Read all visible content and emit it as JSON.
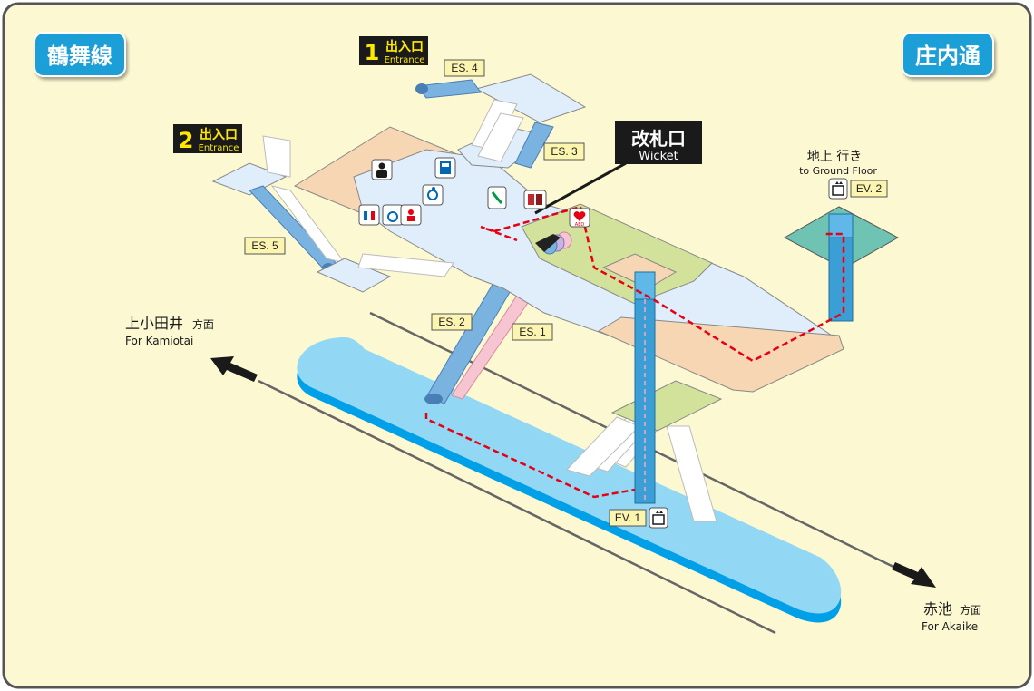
{
  "lines": {
    "left": "鶴舞線",
    "right": "庄内通"
  },
  "entrances": [
    {
      "number": "1",
      "label_jp": "出入口",
      "label_en": "Entrance"
    },
    {
      "number": "2",
      "label_jp": "出入口",
      "label_en": "Entrance"
    }
  ],
  "wicket": {
    "label_jp": "改札口",
    "label_en": "Wicket"
  },
  "escalators": [
    "ES. 1",
    "ES. 2",
    "ES. 3",
    "ES. 4",
    "ES. 5"
  ],
  "elevators": [
    "EV. 1",
    "EV. 2"
  ],
  "ground_floor": {
    "label_jp": "地上 行き",
    "label_en": "to Ground Floor"
  },
  "directions": {
    "west": {
      "label_jp": "上小田井",
      "suffix_jp": "方面",
      "label_en": "For Kamiotai"
    },
    "east": {
      "label_jp": "赤池",
      "suffix_jp": "方面",
      "label_en": "For Akaike"
    }
  },
  "icons": [
    "station-staff-icon",
    "ticket-machine-icon",
    "wheelchair-icon",
    "telephone-icon",
    "fare-adjustment-icon",
    "aed-icon",
    "restroom-icon",
    "accessible-restroom-icon",
    "baby-icon",
    "elevator-icon"
  ],
  "aed_label": "AED",
  "colors": {
    "background": "#fcf8d2",
    "concourse": "#dfeefa",
    "platform": "#92d8f4",
    "platform_edge": "#00a0e8",
    "line_badge": "#1c9ed6",
    "entrance_badge": "#1a1a1a",
    "entrance_number": "#ffe800",
    "route": "#e60012",
    "elevator_shaft": "#3b9fd6",
    "green_area": "#d2e29b",
    "peach_area": "#f7d6b3",
    "teal_area": "#6ec3b3"
  }
}
